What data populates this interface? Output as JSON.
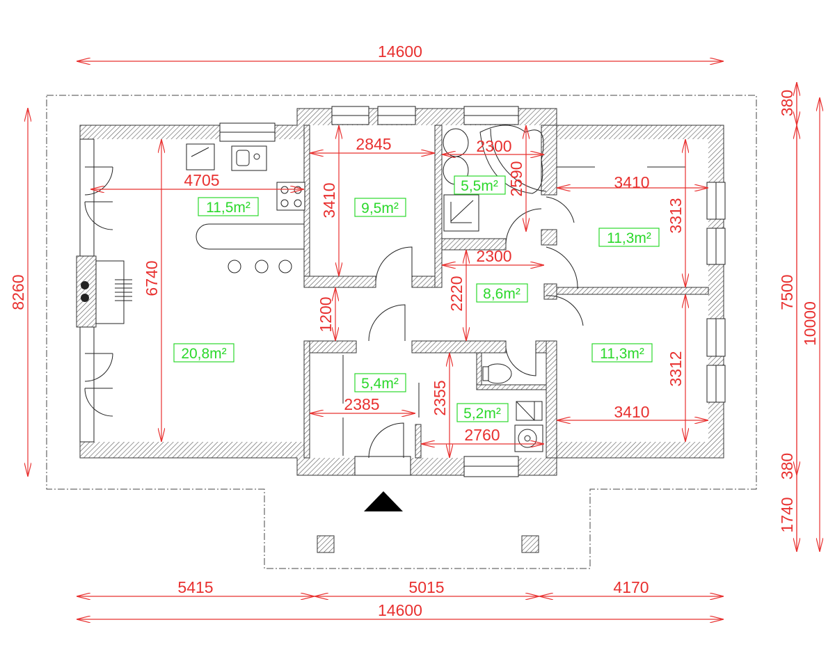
{
  "colors": {
    "dimension": "#e8302f",
    "area_label": "#2bd82b",
    "wall": "#333333"
  },
  "dimensions": {
    "overall_top": "14600",
    "overall_bottom": "14600",
    "bottom_segments": [
      "5415",
      "5015",
      "4170"
    ],
    "left_height": "8260",
    "right": [
      "380",
      "7500",
      "380",
      "1740",
      "10000"
    ],
    "living_width": "4705",
    "living_height": "6740",
    "bedroom_small_width": "2845",
    "bedroom_small_height": "3410",
    "bath_width": "2300",
    "bath_height": "2590",
    "hall_width": "2300",
    "hall_height": "2220",
    "corridor": "1200",
    "bedroom_right_top_width": "3410",
    "bedroom_right_top_height": "3313",
    "bedroom_right_bottom_width": "3410",
    "bedroom_right_bottom_height": "3312",
    "entry_width": "2385",
    "utility_width": "2760",
    "utility_height": "2355"
  },
  "areas": {
    "kitchen": "11,5m²",
    "living": "20,8m²",
    "bedroom_small": "9,5m²",
    "bath": "5,5m²",
    "hall": "8,6m²",
    "bedroom_right_top": "11,3m²",
    "bedroom_right_bottom": "11,3m²",
    "entry": "5,4m²",
    "utility": "5,2m²"
  },
  "icons": [
    "entrance-arrow-icon",
    "stove-icon",
    "sink-icon",
    "toilet-icon",
    "bathtub-icon",
    "shower-icon",
    "washing-machine-icon",
    "fireplace-icon"
  ]
}
